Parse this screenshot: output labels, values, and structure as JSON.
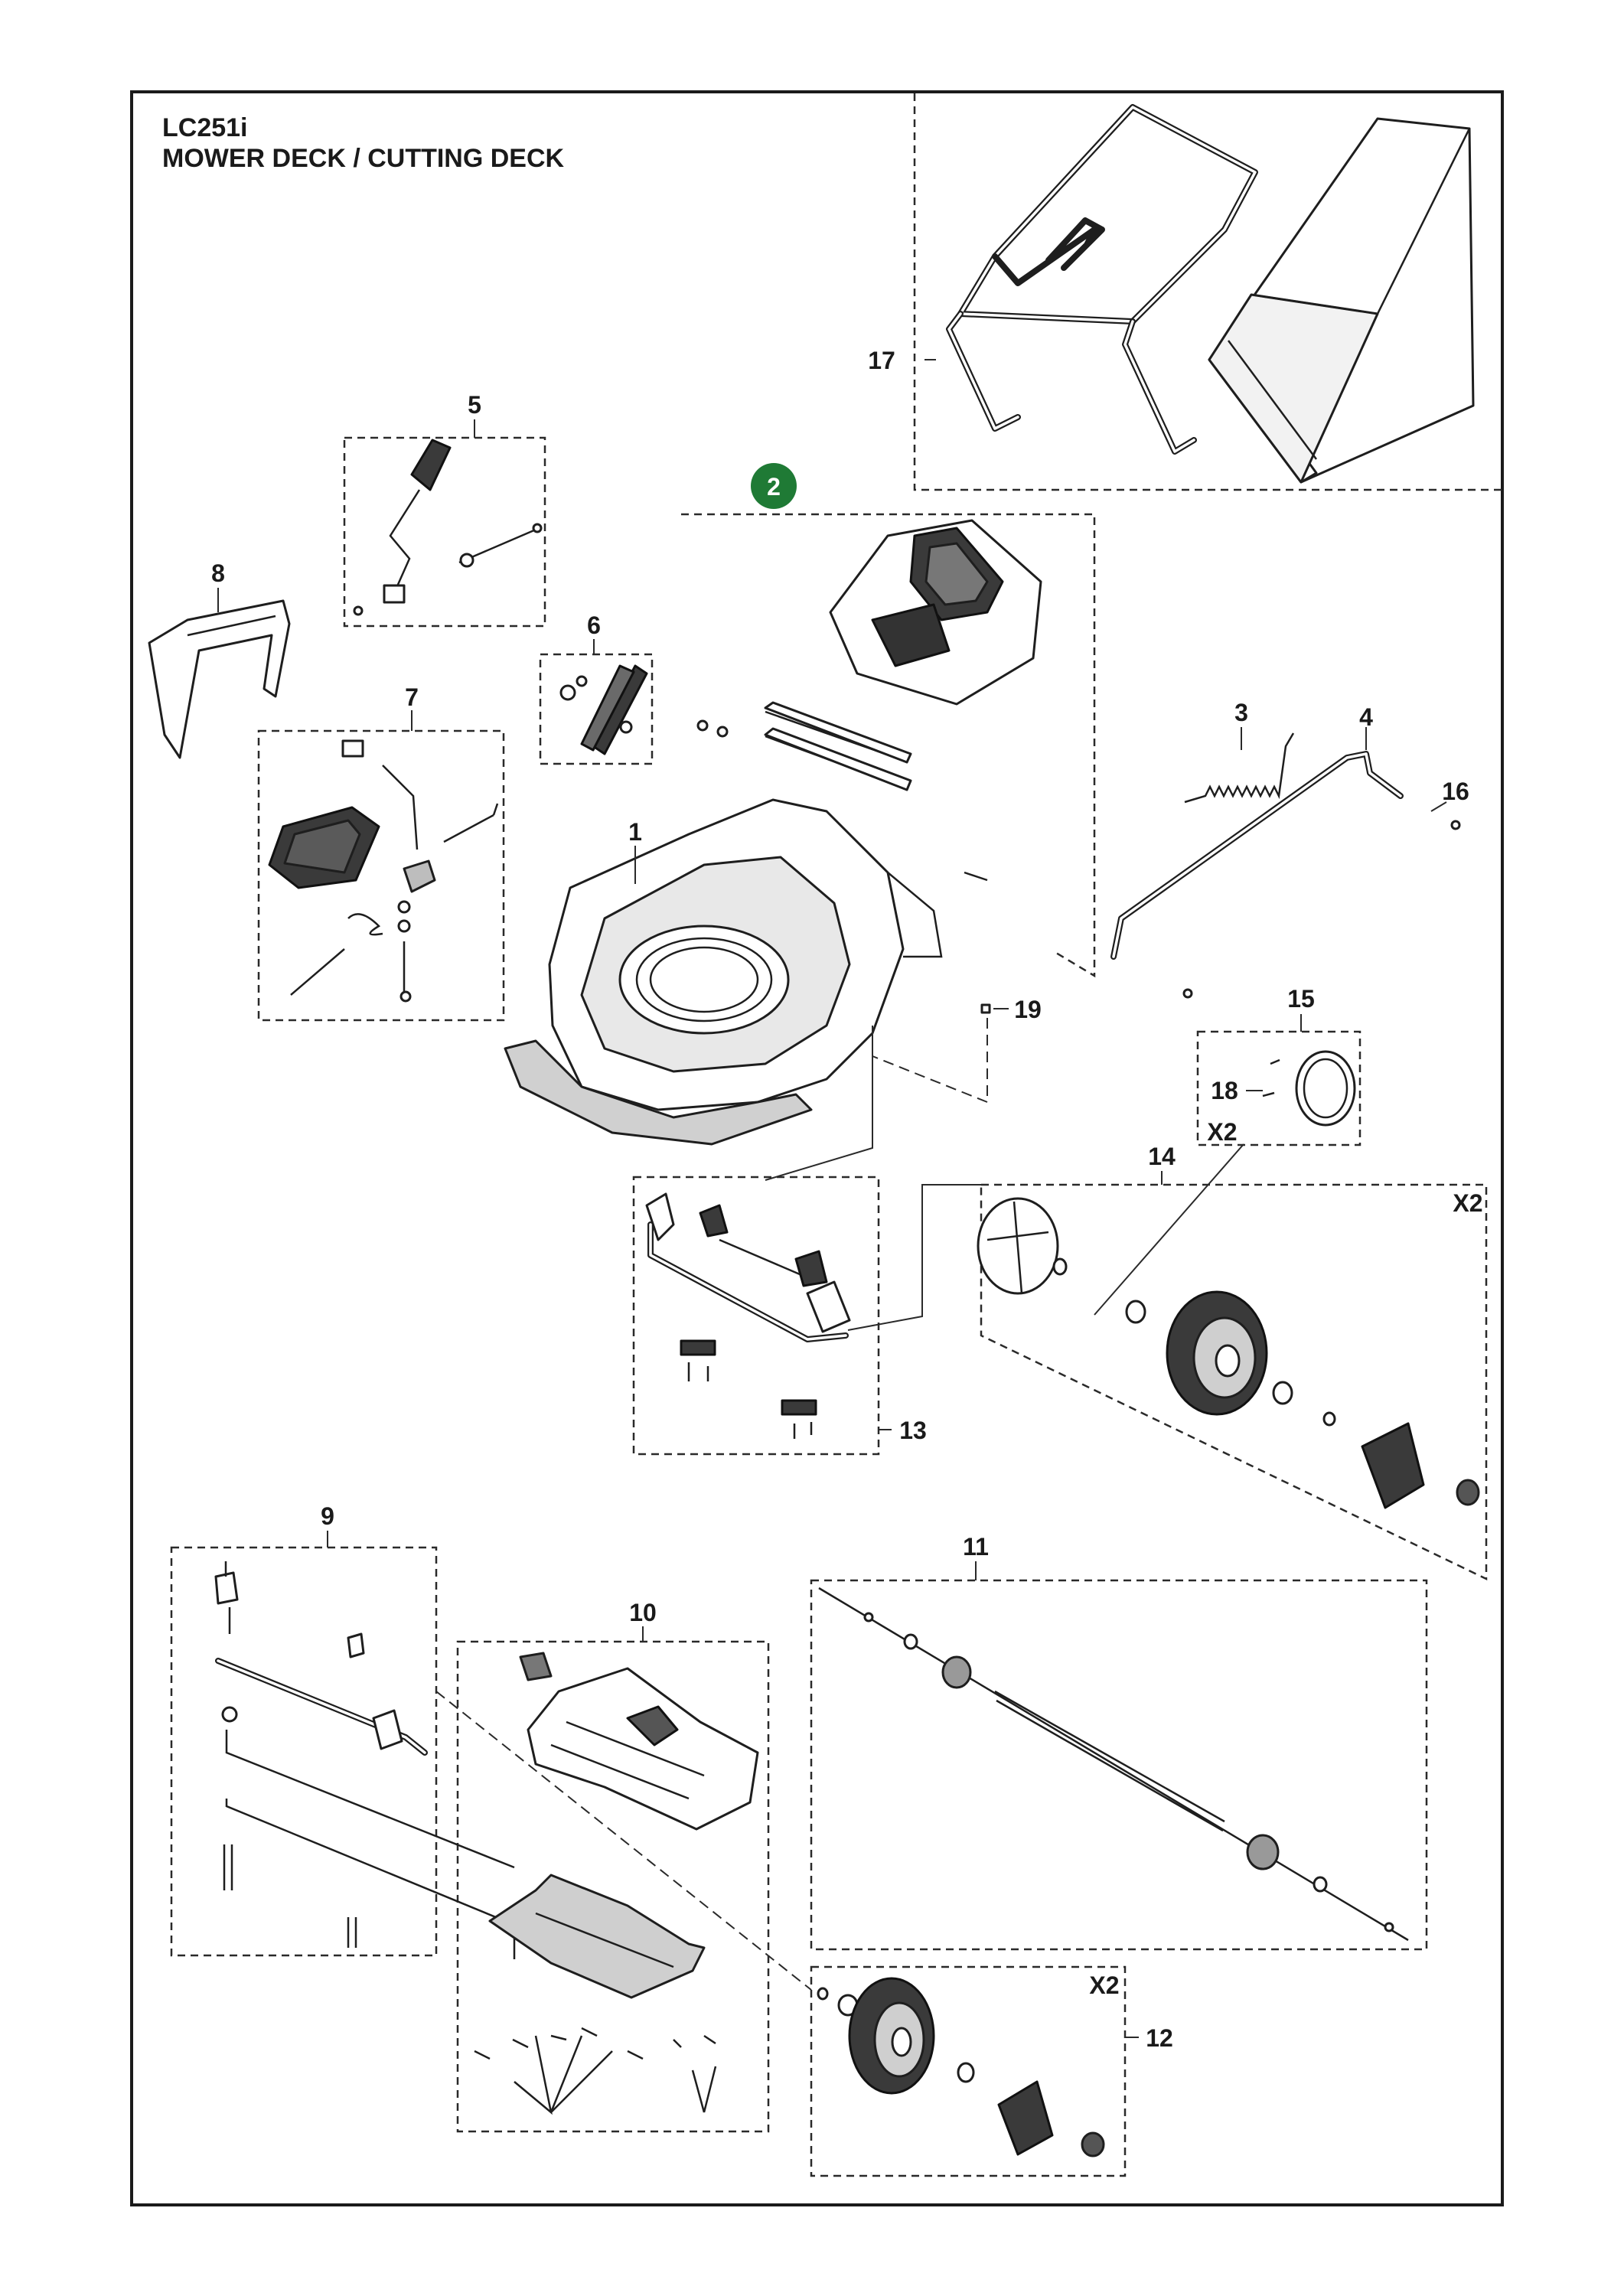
{
  "header": {
    "model": "LC251i",
    "title": "MOWER DECK / CUTTING DECK"
  },
  "callouts": {
    "c1": "1",
    "c2": "2",
    "c3": "3",
    "c4": "4",
    "c5": "5",
    "c6": "6",
    "c7": "7",
    "c8": "8",
    "c9": "9",
    "c10": "10",
    "c11": "11",
    "c12": "12",
    "c13": "13",
    "c14": "14",
    "c15": "15",
    "c16": "16",
    "c17": "17",
    "c18": "18",
    "c19": "19"
  },
  "quantities": {
    "q15": "X2",
    "q14": "X2",
    "q12": "X2"
  },
  "colors": {
    "badge": "#1f7a35",
    "line": "#1e1e1e"
  }
}
